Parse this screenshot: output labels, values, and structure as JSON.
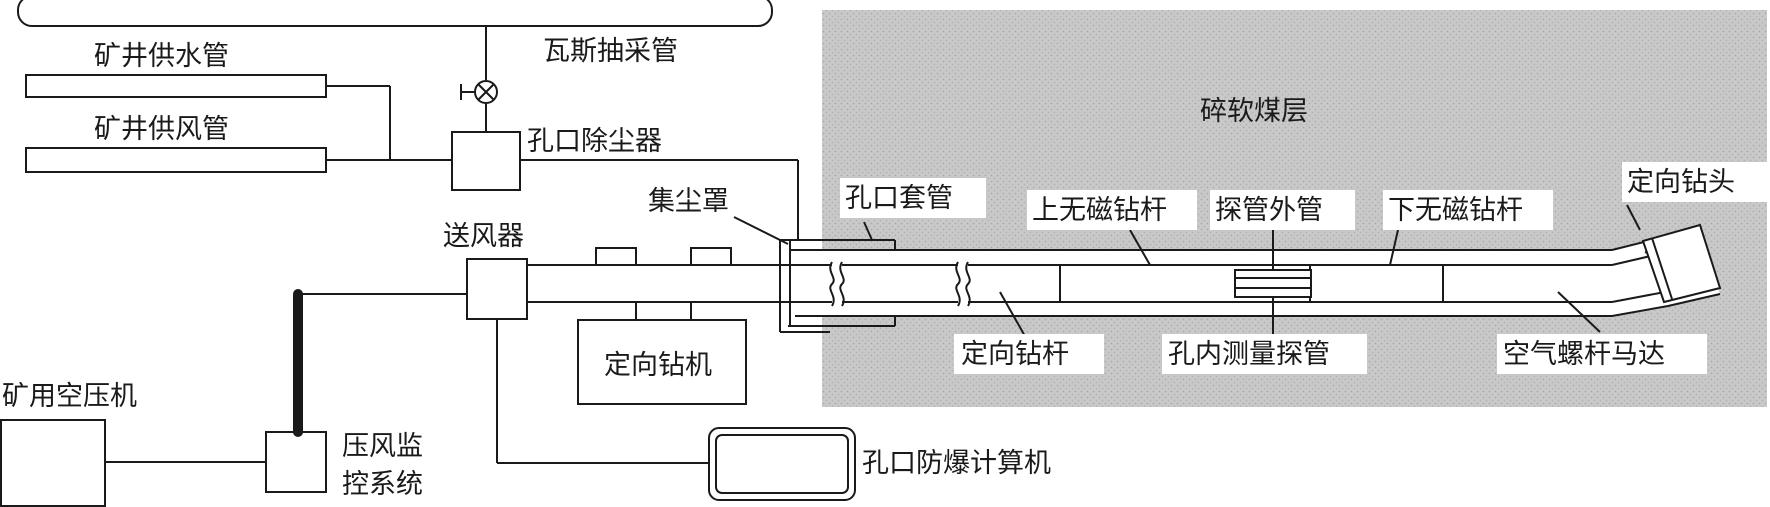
{
  "labels": {
    "gas_pipe": "瓦斯抽采管",
    "water_pipe": "矿井供水管",
    "air_pipe": "矿井供风管",
    "dust_collector": "孔口除尘器",
    "coal_seam": "碎软煤层",
    "dust_hood": "集尘罩",
    "casing": "孔口套管",
    "upper_nonmag_rod": "上无磁钻杆",
    "probe_outer_tube": "探管外管",
    "lower_nonmag_rod": "下无磁钻杆",
    "drill_bit": "定向钻头",
    "air_feeder": "送风器",
    "drilling_rig": "定向钻机",
    "drill_rod": "定向钻杆",
    "mwd_probe": "孔内测量探管",
    "screw_motor": "空气螺杆马达",
    "compressor": "矿用空压机",
    "monitor_system_line1": "压风监",
    "monitor_system_line2": "控系统",
    "computer": "孔口防爆计算机"
  },
  "colors": {
    "line": "#1a1a1a",
    "coal_fill": "#c9c9c9",
    "coal_dot": "#a9a9a9",
    "monitor_cable": "#1a1a1a"
  },
  "icons": {
    "valve": "valve-icon",
    "rod_break": "break-symbol-icon"
  }
}
